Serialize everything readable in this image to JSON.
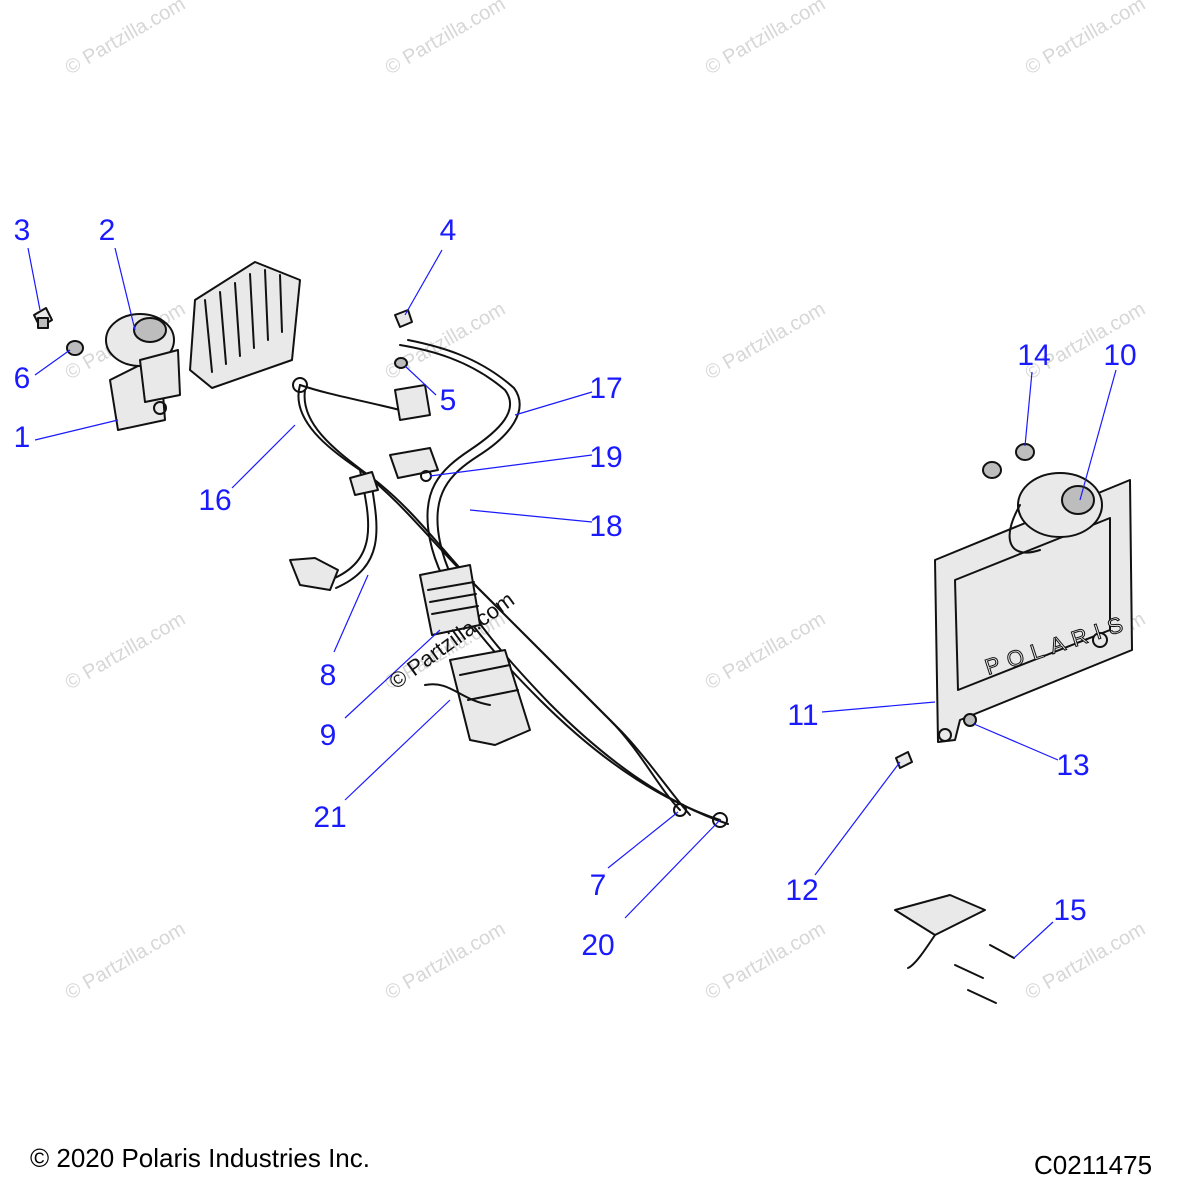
{
  "colors": {
    "callout": "#1a1aff",
    "line_art": "#111111",
    "watermark": "#d7d7d7",
    "background": "#ffffff"
  },
  "watermark": {
    "text": "© Partzilla.com"
  },
  "center_watermark": "© Partzilla.com",
  "plate_text": "POLARIS",
  "callouts": [
    {
      "label": "1"
    },
    {
      "label": "2"
    },
    {
      "label": "3"
    },
    {
      "label": "4"
    },
    {
      "label": "5"
    },
    {
      "label": "6"
    },
    {
      "label": "7"
    },
    {
      "label": "8"
    },
    {
      "label": "9"
    },
    {
      "label": "10"
    },
    {
      "label": "11"
    },
    {
      "label": "12"
    },
    {
      "label": "13"
    },
    {
      "label": "14"
    },
    {
      "label": "15"
    },
    {
      "label": "16"
    },
    {
      "label": "17"
    },
    {
      "label": "18"
    },
    {
      "label": "19"
    },
    {
      "label": "20"
    },
    {
      "label": "21"
    }
  ],
  "footer": {
    "copyright": "© 2020 Polaris Industries Inc.",
    "drawing_number": "C0211475"
  }
}
